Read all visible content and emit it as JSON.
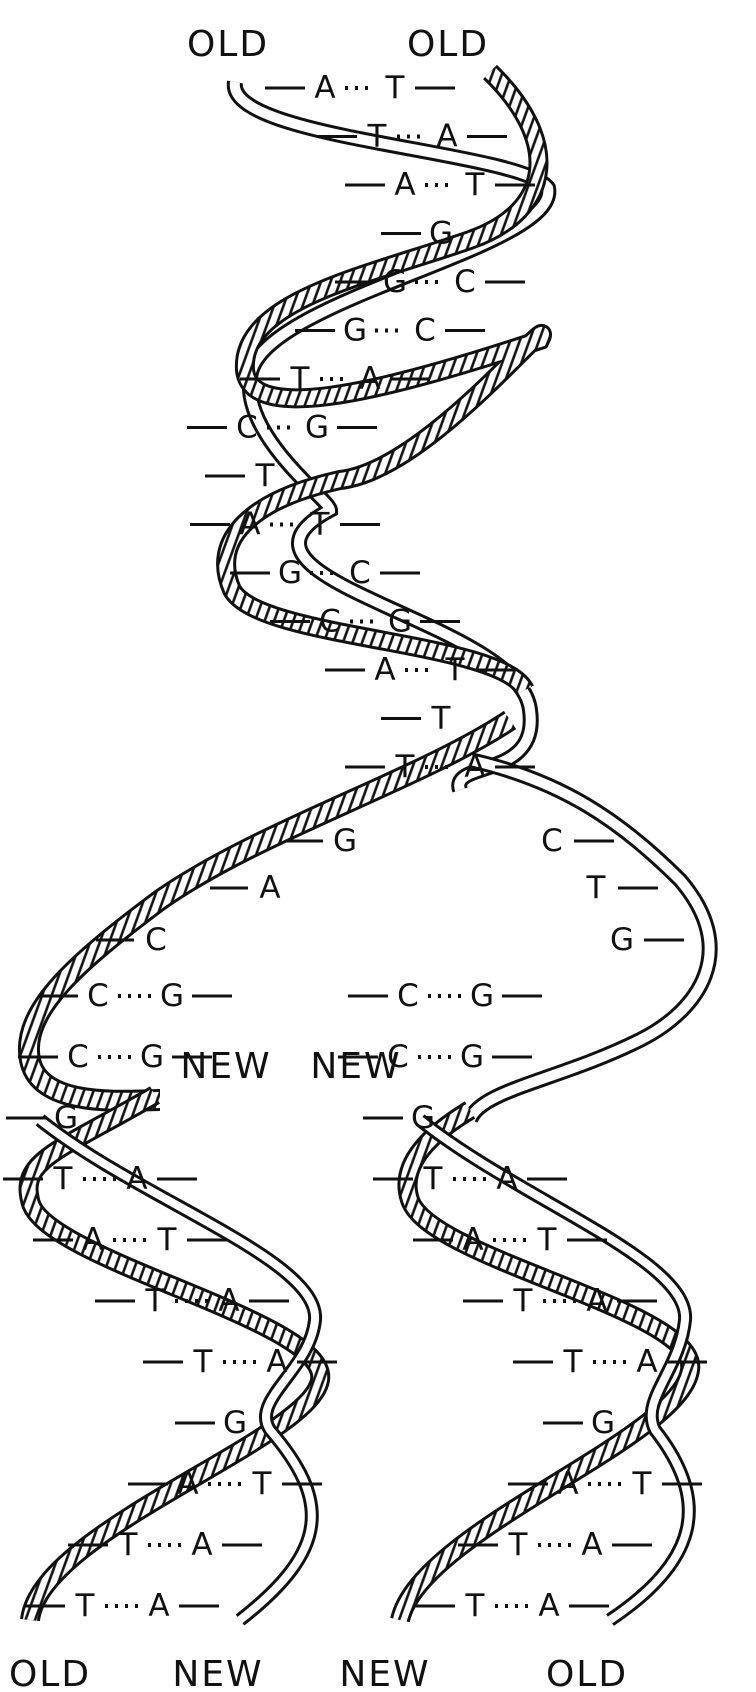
{
  "diagram": {
    "colors": {
      "ink": "#111111",
      "paper": "#ffffff"
    },
    "top_labels": [
      "OLD",
      "OLD"
    ],
    "middle_labels": [
      "NEW",
      "NEW"
    ],
    "bottom_labels": [
      "OLD",
      "NEW",
      "NEW",
      "OLD"
    ],
    "parent_pairs": [
      [
        "A",
        "T"
      ],
      [
        "T",
        "A"
      ],
      [
        "A",
        "T"
      ],
      [
        "G",
        ""
      ],
      [
        "G",
        "C"
      ],
      [
        "G",
        "C"
      ],
      [
        "T",
        "A"
      ],
      [
        "C",
        "G"
      ],
      [
        "T",
        ""
      ],
      [
        "A",
        "T"
      ],
      [
        "G",
        "C"
      ],
      [
        "C",
        "G"
      ],
      [
        "A",
        "T"
      ],
      [
        "T",
        ""
      ],
      [
        "T",
        "A"
      ]
    ],
    "fork_left": [
      "G",
      "A",
      "C"
    ],
    "fork_right": [
      "C",
      "T",
      "G"
    ],
    "left_daughter_pairs": [
      [
        "C",
        "G"
      ],
      [
        "C",
        "G"
      ],
      [
        "G",
        ""
      ],
      [
        "T",
        "A"
      ],
      [
        "A",
        "T"
      ],
      [
        "T",
        "A"
      ],
      [
        "T",
        "A"
      ],
      [
        "G",
        ""
      ],
      [
        "A",
        "T"
      ],
      [
        "T",
        "A"
      ],
      [
        "T",
        "A"
      ]
    ],
    "right_daughter_pairs": [
      [
        "C",
        "G"
      ],
      [
        "C",
        "G"
      ],
      [
        "G",
        ""
      ],
      [
        "T",
        "A"
      ],
      [
        "A",
        "T"
      ],
      [
        "T",
        "A"
      ],
      [
        "T",
        "A"
      ],
      [
        "G",
        ""
      ],
      [
        "A",
        "T"
      ],
      [
        "T",
        "A"
      ],
      [
        "T",
        "A"
      ]
    ]
  }
}
